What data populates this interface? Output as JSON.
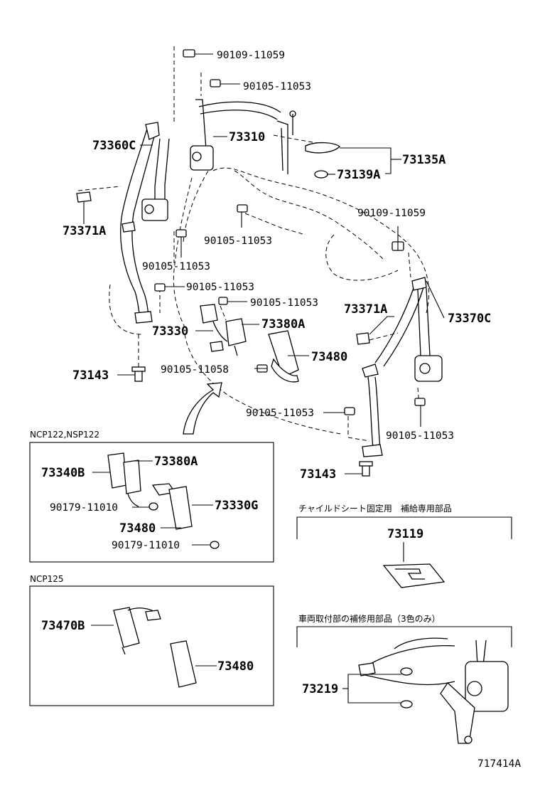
{
  "labels": {
    "b90109_top": "90109-11059",
    "b90105_top": "90105-11053",
    "p73360C": "73360C",
    "p73310": "73310",
    "p73135A": "73135A",
    "p73139A": "73139A",
    "p73371A_left": "73371A",
    "b90105_mid": "90105-11053",
    "b90109_right": "90109-11059",
    "b90105_l1": "90105-11053",
    "b90105_l2": "90105-11053",
    "b90105_c": "90105-11053",
    "p73371A_right": "73371A",
    "p73370C": "73370C",
    "p73330": "73330",
    "p73380A": "73380A",
    "p73480": "73480",
    "b90105_11058": "90105-11058",
    "p73143_left": "73143",
    "b90105_low": "90105-11053",
    "b90105_right": "90105-11053",
    "p73143_right": "73143"
  },
  "box1": {
    "caption": "NCP122,NSP122",
    "p73340B": "73340B",
    "p73380A": "73380A",
    "b90179_a": "90179-11010",
    "p73330G": "73330G",
    "p73480": "73480",
    "b90179_b": "90179-11010"
  },
  "box2": {
    "caption": "NCP125",
    "p73470B": "73470B",
    "p73480": "73480"
  },
  "child_seat": {
    "caption": "チャイルドシート固定用　補給専用部品",
    "part": "73119"
  },
  "repair": {
    "caption": "車両取付部の補修用部品（3色のみ）",
    "part": "73219"
  },
  "diagram_id": "717414A"
}
